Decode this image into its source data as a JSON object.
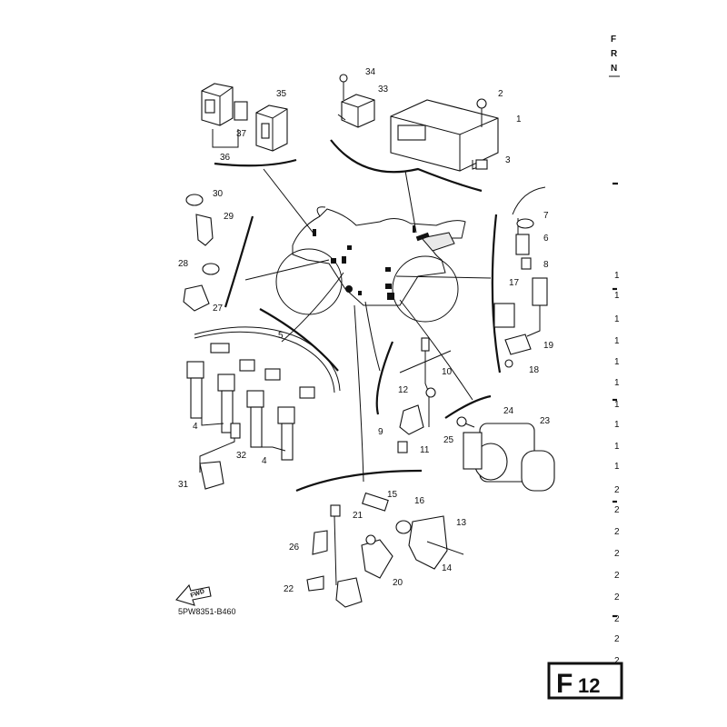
{
  "parts": [
    {
      "id": "p1",
      "label": "1"
    },
    {
      "id": "p2",
      "label": "2"
    },
    {
      "id": "p3",
      "label": "3"
    },
    {
      "id": "p4a",
      "label": "4"
    },
    {
      "id": "p4b",
      "label": "4"
    },
    {
      "id": "p5",
      "label": "5"
    },
    {
      "id": "p6",
      "label": "6"
    },
    {
      "id": "p7",
      "label": "7"
    },
    {
      "id": "p8",
      "label": "8"
    },
    {
      "id": "p9",
      "label": "9"
    },
    {
      "id": "p10",
      "label": "10"
    },
    {
      "id": "p11",
      "label": "11"
    },
    {
      "id": "p12",
      "label": "12"
    },
    {
      "id": "p13",
      "label": "13"
    },
    {
      "id": "p14",
      "label": "14"
    },
    {
      "id": "p15",
      "label": "15"
    },
    {
      "id": "p16",
      "label": "16"
    },
    {
      "id": "p17",
      "label": "17"
    },
    {
      "id": "p18",
      "label": "18"
    },
    {
      "id": "p19",
      "label": "19"
    },
    {
      "id": "p20",
      "label": "20"
    },
    {
      "id": "p21",
      "label": "21"
    },
    {
      "id": "p22",
      "label": "22"
    },
    {
      "id": "p23",
      "label": "23"
    },
    {
      "id": "p24",
      "label": "24"
    },
    {
      "id": "p25",
      "label": "25"
    },
    {
      "id": "p26",
      "label": "26"
    },
    {
      "id": "p27",
      "label": "27"
    },
    {
      "id": "p28",
      "label": "28"
    },
    {
      "id": "p29",
      "label": "29"
    },
    {
      "id": "p30",
      "label": "30"
    },
    {
      "id": "p31",
      "label": "31"
    },
    {
      "id": "p32",
      "label": "32"
    },
    {
      "id": "p33",
      "label": "33"
    },
    {
      "id": "p34",
      "label": "34"
    },
    {
      "id": "p35",
      "label": "35"
    },
    {
      "id": "p36",
      "label": "36"
    },
    {
      "id": "p37",
      "label": "37"
    }
  ],
  "diagram_code": "5PW8351-B460",
  "fwd_label": "FWD",
  "page_badge": {
    "letter": "F",
    "number": "12"
  },
  "right_strip": {
    "header_letters": [
      "F",
      "R",
      "N"
    ],
    "side_numbers": [
      "1",
      "1",
      "1",
      "1",
      "1",
      "1",
      "1",
      "1",
      "1",
      "1",
      "2",
      "2",
      "2",
      "2",
      "2",
      "2",
      "2",
      "2",
      "2"
    ]
  }
}
